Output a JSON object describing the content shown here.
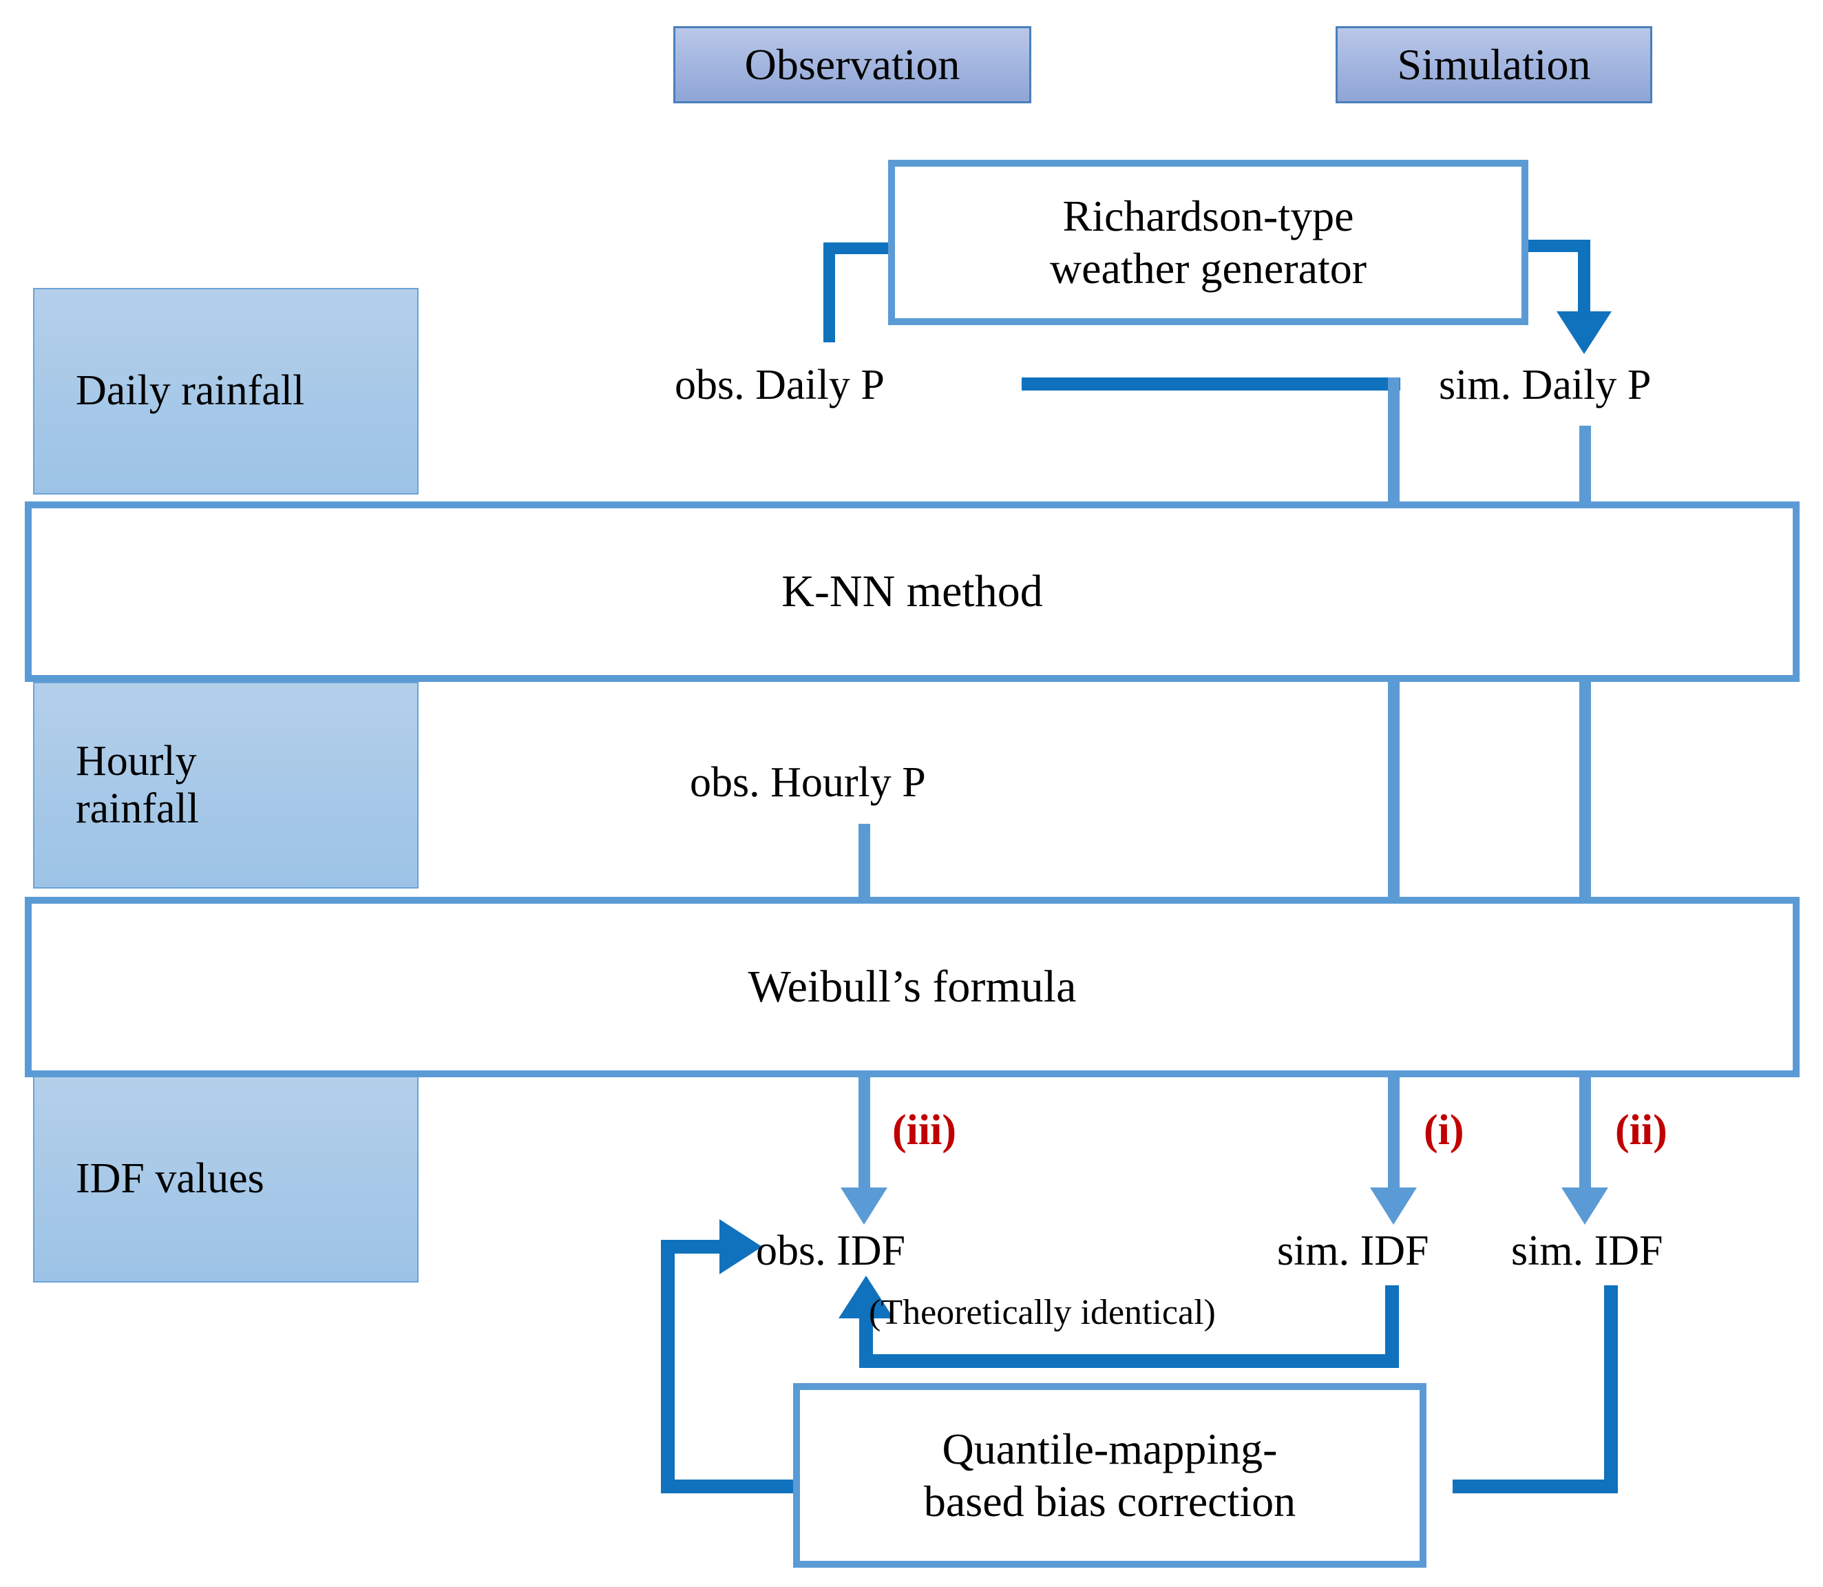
{
  "diagram": {
    "title_columns": {
      "observation": "Observation",
      "simulation": "Simulation"
    },
    "row_labels": {
      "daily": "Daily rainfall",
      "hourly_line1": "Hourly",
      "hourly_line2": "rainfall",
      "idf": "IDF values"
    },
    "process_boxes": {
      "weather_generator_line1": "Richardson-type",
      "weather_generator_line2": "weather generator",
      "knn": "K-NN method",
      "weibull": "Weibull’s formula",
      "quantile_line1": "Quantile-mapping-",
      "quantile_line2": "based bias correction"
    },
    "data_nodes": {
      "obs_daily_p": "obs. Daily P",
      "sim_daily_p": "sim. Daily P",
      "obs_hourly_p": "obs. Hourly P",
      "obs_idf": "obs. IDF",
      "sim_idf_1": "sim. IDF",
      "sim_idf_2": "sim. IDF"
    },
    "annotations": {
      "theoretically_identical": "(Theoretically identical)",
      "marker_i": "(i)",
      "marker_ii": "(ii)",
      "marker_iii": "(iii)"
    },
    "colors": {
      "header_fill_top": "#b9c7e8",
      "header_fill_bottom": "#8ea5d6",
      "header_border": "#4a7ebb",
      "band_fill_top": "#b4cfea",
      "band_fill_bottom": "#9cc3e6",
      "box_border": "#5b9bd5",
      "connector_light": "#5b9bd5",
      "connector_dark": "#1072bd",
      "marker_red": "#c00000",
      "text": "#000000",
      "background": "#ffffff"
    }
  }
}
